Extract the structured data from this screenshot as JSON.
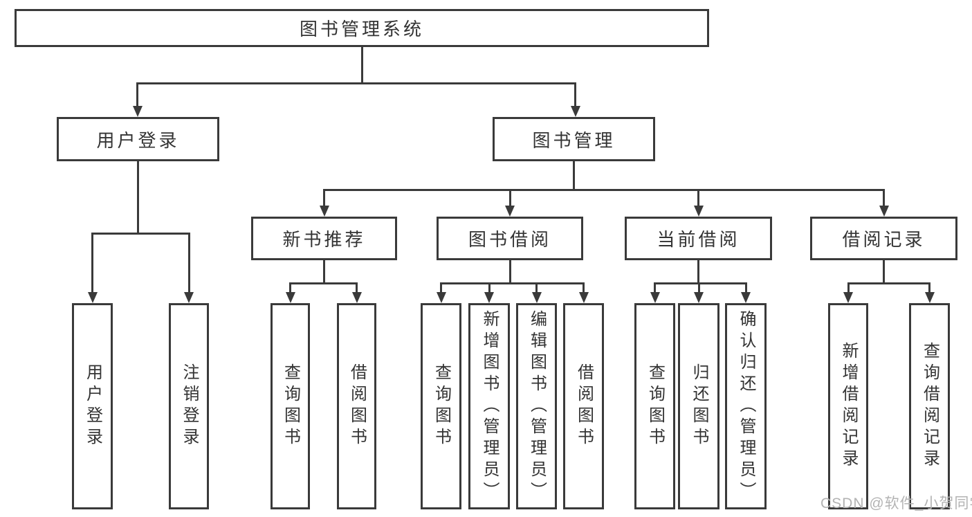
{
  "tree": {
    "root": "图书管理系统",
    "login": {
      "label": "用户登录",
      "children": [
        "用户登录",
        "注销登录"
      ]
    },
    "mgmt": {
      "label": "图书管理"
    },
    "rec": {
      "label": "新书推荐",
      "children": [
        "查询图书",
        "借阅图书"
      ]
    },
    "borrow": {
      "label": "图书借阅",
      "children": [
        "查询图书",
        "新增图书（管理员）",
        "编辑图书（管理员）",
        "借阅图书"
      ]
    },
    "current": {
      "label": "当前借阅",
      "children": [
        "查询图书",
        "归还图书",
        "确认归还（管理员）"
      ]
    },
    "records": {
      "label": "借阅记录",
      "children": [
        "新增借阅记录",
        "查询借阅记录"
      ]
    }
  },
  "watermark": "CSDN @软件_小贺同学",
  "colors": {
    "line": "#3a3a3a",
    "text": "#333333",
    "watermark": "#b3b3b3",
    "background": "#ffffff"
  }
}
